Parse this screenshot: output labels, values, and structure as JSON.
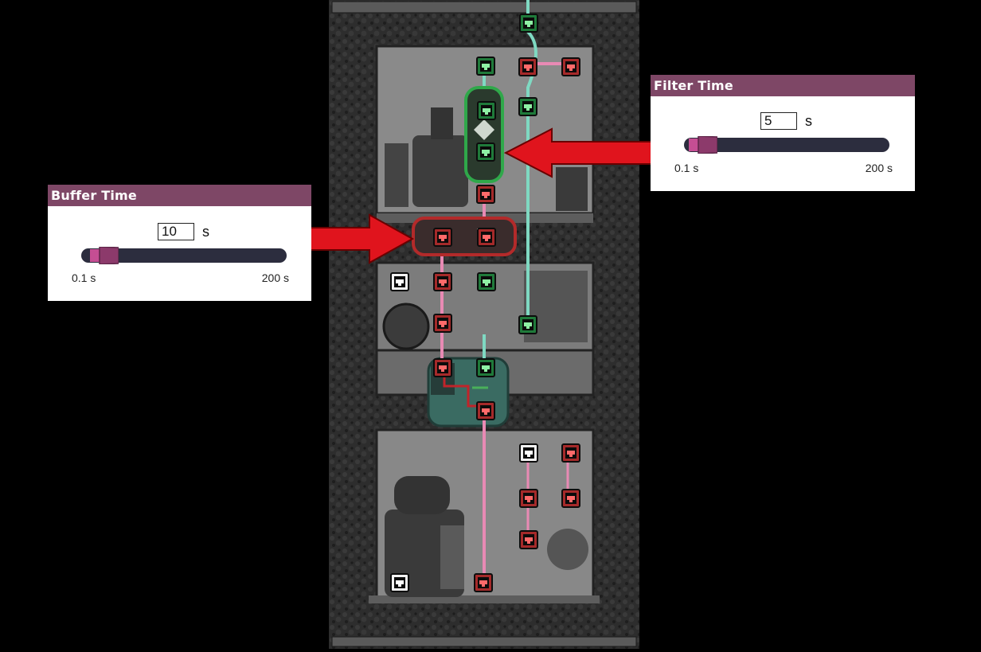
{
  "buffer_panel": {
    "title": "Buffer Time",
    "value": "10",
    "unit": "s",
    "min_label": "0.1 s",
    "max_label": "200 s",
    "slider_fraction": 0.05
  },
  "filter_panel": {
    "title": "Filter Time",
    "value": "5",
    "unit": "s",
    "min_label": "0.1 s",
    "max_label": "200 s",
    "slider_fraction": 0.025
  },
  "colors": {
    "panel_header": "#7e4766",
    "slider_track": "#2c2d3e",
    "slider_handle": "#b04d86",
    "arrow_red": "#e0141d",
    "wire_green": "#7fd9c2",
    "wire_red": "#e88ab4",
    "port_green": "#2fbf55",
    "port_red": "#e03a3a"
  },
  "icons": {
    "arrow_left": "red-arrow-left-icon",
    "arrow_right": "red-arrow-right-icon",
    "filter_gate": "filter-gate-icon",
    "buffer_gate": "buffer-gate-icon",
    "automation_port": "automation-port-icon"
  }
}
